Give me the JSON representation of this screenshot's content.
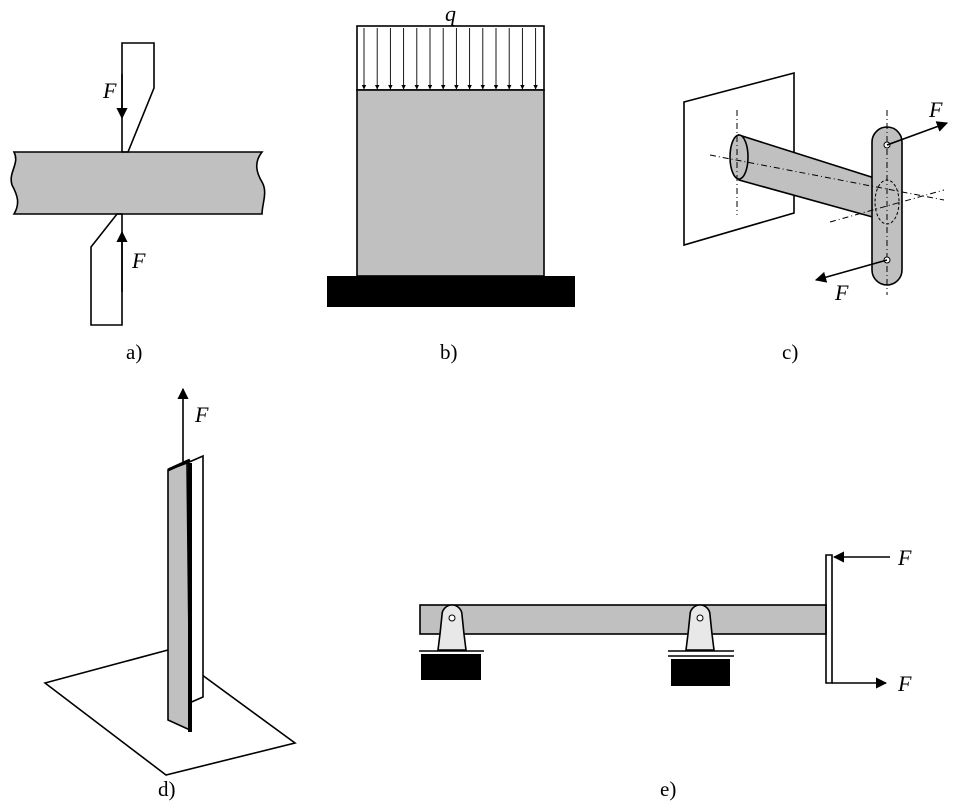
{
  "panels": {
    "a": {
      "caption": "a)",
      "force_top": "F",
      "force_bottom": "F"
    },
    "b": {
      "caption": "b)",
      "load": "q"
    },
    "c": {
      "caption": "c)",
      "force_top": "F",
      "force_bottom": "F"
    },
    "d": {
      "caption": "d)",
      "force": "F"
    },
    "e": {
      "caption": "e)",
      "force_top": "F",
      "force_bottom": "F"
    }
  }
}
